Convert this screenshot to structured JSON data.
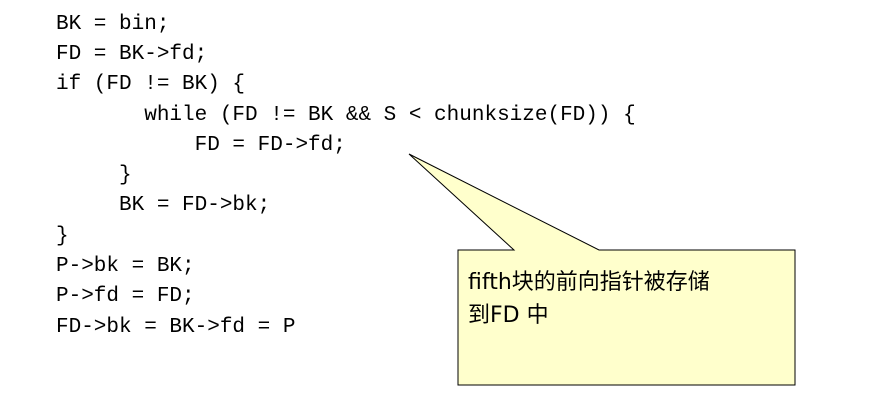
{
  "code_lines": [
    "BK = bin;",
    "FD = BK->fd;",
    "if (FD != BK) {",
    "       while (FD != BK && S < chunksize(FD)) {",
    "           FD = FD->fd;",
    "     }",
    "     BK = FD->bk;",
    "}",
    "P->bk = BK;",
    "P->fd = FD;",
    "FD->bk = BK->fd = P"
  ],
  "callout": {
    "line1": "fifth块的前向指针被存储",
    "line2": "到FD 中",
    "fill_color": "#FFFFCC",
    "border_color": "#000000"
  }
}
